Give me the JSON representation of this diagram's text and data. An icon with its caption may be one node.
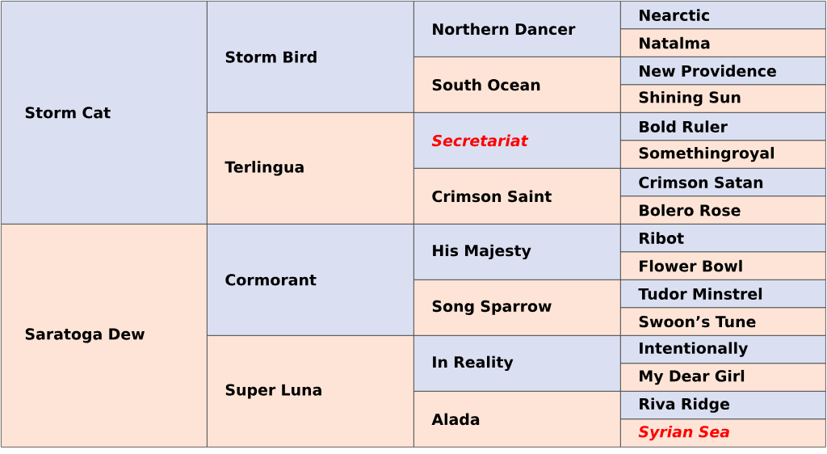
{
  "diagram": {
    "nodes": [
      {
        "text": [
          "Storm Cat"
        ]
      },
      {
        "text": [
          "Storm Bird"
        ]
      },
      {
        "text": [
          "Northern Dancer"
        ]
      },
      {
        "text": [
          "Nearctic"
        ]
      },
      {
        "text": [
          "Natalma"
        ]
      },
      {
        "text": [
          "South Ocean"
        ]
      },
      {
        "text": [
          "New Providence"
        ]
      },
      {
        "text": [
          "Shining Sun"
        ]
      },
      {
        "text": [
          "Terlingua"
        ]
      },
      {
        "text": [
          "Secretariat"
        ]
      },
      {
        "text": [
          "Bold Ruler"
        ]
      },
      {
        "text": [
          "Somethingroyal"
        ]
      },
      {
        "text": [
          "Crimson Saint"
        ]
      },
      {
        "text": [
          "Crimson Satan"
        ]
      },
      {
        "text": [
          "Bolero Rose"
        ]
      },
      {
        "text": [
          "Saratoga Dew"
        ]
      },
      {
        "text": [
          "Cormorant"
        ]
      },
      {
        "text": [
          "His Majesty"
        ]
      },
      {
        "text": [
          "Ribot"
        ]
      },
      {
        "text": [
          "Flower Bowl"
        ]
      },
      {
        "text": [
          "Song Sparrow"
        ]
      },
      {
        "text": [
          "Tudor Minstrel"
        ]
      },
      {
        "text": [
          "Swoon’s Tune"
        ]
      },
      {
        "text": [
          "Super Luna"
        ]
      },
      {
        "text": [
          "In Reality"
        ]
      },
      {
        "text": [
          "Intentionally"
        ]
      },
      {
        "text": [
          "My Dear Girl"
        ]
      },
      {
        "text": [
          "Alada"
        ]
      },
      {
        "text": [
          "Riva Ridge"
        ]
      },
      {
        "text": [
          "Syrian Sea"
        ]
      }
    ]
  }
}
